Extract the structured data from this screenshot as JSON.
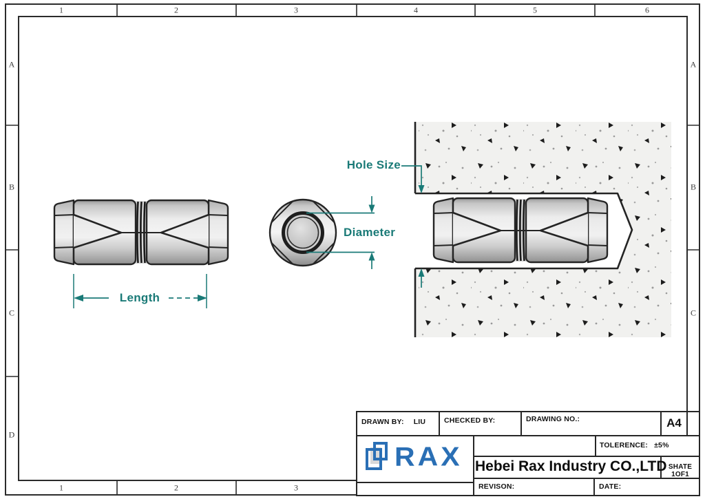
{
  "frame": {
    "top_zones": [
      "1",
      "2",
      "3",
      "4",
      "5",
      "6"
    ],
    "bottom_zones": [
      "1",
      "2",
      "3"
    ],
    "left_rows": [
      "A",
      "B",
      "C",
      "D"
    ],
    "right_rows": [
      "A",
      "B",
      "C"
    ]
  },
  "annotations": {
    "hole_size": "Hole Size",
    "diameter": "Diameter",
    "length": "Length",
    "accent_color": "#1a7a77"
  },
  "title_block": {
    "drawn_by_label": "DRAWN BY:",
    "drawn_by_value": "LIU",
    "checked_by_label": "CHECKED BY:",
    "drawing_no_label": "DRAWING NO.:",
    "paper_size": "A4",
    "tolerance_label": "TOLERENCE:",
    "tolerance_value": "±5%",
    "company_name": "Hebei Rax Industry CO.,LTD",
    "sheet": "SHATE 1OF1",
    "revision_label": "REVISON:",
    "date_label": "DATE:",
    "logo_text": "RAX",
    "logo_color": "#2a6fb5"
  }
}
